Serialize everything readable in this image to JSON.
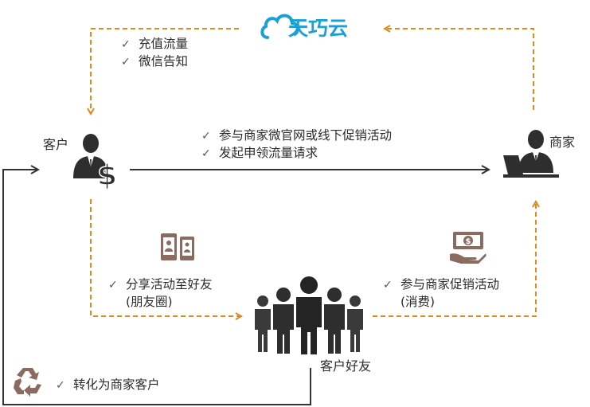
{
  "brand": {
    "name": "天巧云",
    "color": "#1aa0d8"
  },
  "colors": {
    "dashed_flow": "#e08a1e",
    "solid_flow": "#333333",
    "icon_dark": "#2e2e2e",
    "icon_brown": "#8b6a60"
  },
  "nodes": {
    "customer": {
      "label": "客户",
      "icon": "customer-with-dollar-icon"
    },
    "merchant": {
      "label": "商家",
      "icon": "merchant-at-laptop-icon"
    },
    "friends": {
      "label": "客户好友",
      "icon": "group-of-people-icon"
    }
  },
  "flows": {
    "cloud_to_customer": {
      "items": [
        "充值流量",
        "微信告知"
      ]
    },
    "customer_to_merchant": {
      "items": [
        "参与商家微官网或线下促销活动",
        "发起申领流量请求"
      ]
    },
    "customer_to_friends": {
      "line1": "分享活动至好友",
      "line2": "(朋友圈)",
      "icon": "share-to-phones-icon"
    },
    "friends_to_merchant": {
      "line1": "参与商家促销活动",
      "line2": "(消费)",
      "icon": "hand-with-money-icon"
    },
    "friends_to_customer": {
      "item": "转化为商家客户",
      "icon": "recycle-icon"
    }
  },
  "check_mark": "✓"
}
